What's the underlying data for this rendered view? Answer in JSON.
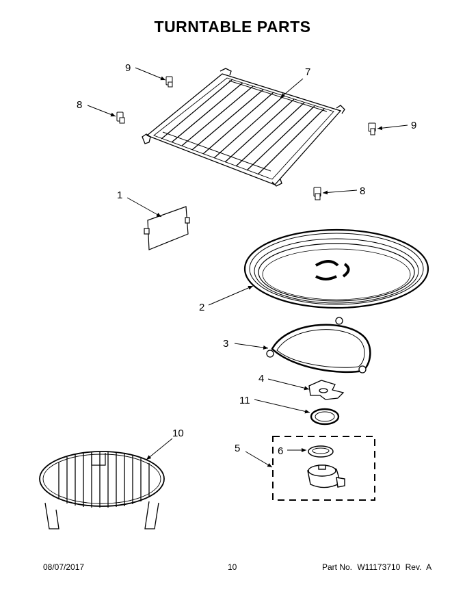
{
  "title": "TURNTABLE PARTS",
  "callouts": {
    "c1": "1",
    "c2": "2",
    "c3": "3",
    "c4": "4",
    "c5": "5",
    "c6": "6",
    "c7": "7",
    "c8a": "8",
    "c8b": "8",
    "c9a": "9",
    "c9b": "9",
    "c10": "10",
    "c11": "11"
  },
  "footer": {
    "date": "08/07/2017",
    "page": "10",
    "part_label": "Part No.",
    "part_no": "W11173710",
    "rev_label": "Rev.",
    "rev": "A"
  }
}
